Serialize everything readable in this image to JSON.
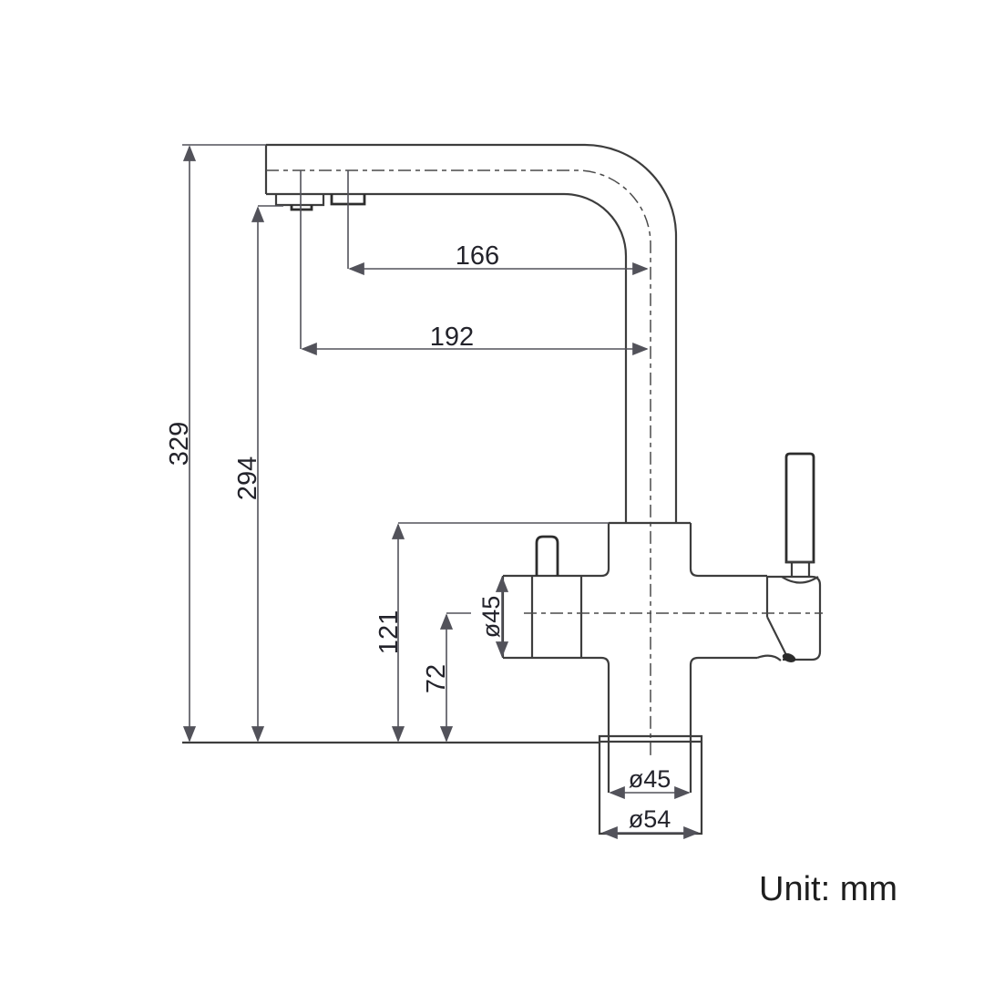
{
  "drawing": {
    "unit_label": "Unit: mm",
    "dims": {
      "spout_to_filtered_outlet": "166",
      "spout_to_main_outlet": "192",
      "overall_height": "329",
      "outlet_height": "294",
      "body_top_height": "121",
      "side_outlet_center_height": "72",
      "body_diameter": "ø45",
      "shank_diameter": "ø45",
      "base_diameter": "ø54"
    },
    "colors": {
      "line": "#3d3d3d",
      "dim_line": "#52525a",
      "text": "#23232b"
    }
  }
}
